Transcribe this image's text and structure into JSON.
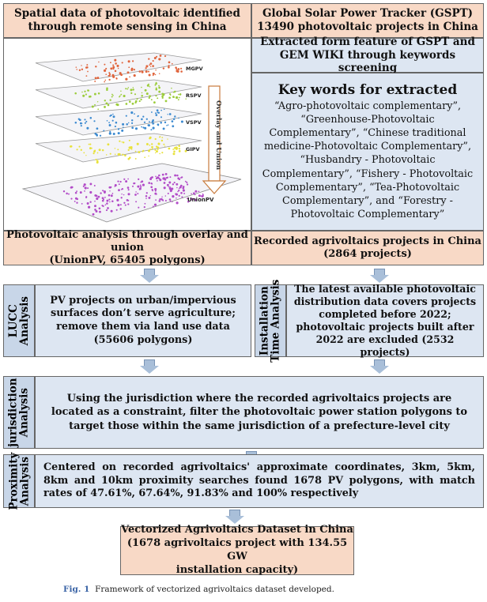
{
  "top_left": {
    "title": "Spatial data of photovoltaic identified through remote sensing in China"
  },
  "top_right": {
    "title": "Global Solar Power Tracker (GSPT)",
    "subtitle": "13490 photovoltaic projects in China"
  },
  "stack": {
    "layers": [
      "MGPV",
      "RSPV",
      "VSPV",
      "GIPV"
    ],
    "arrow_label": "Overlay and Union",
    "union_label": "UnionPV",
    "layer_colors": [
      "#e0643c",
      "#9ccc3c",
      "#3c8ad0",
      "#e8e23c"
    ],
    "union_color": "#b24cc8"
  },
  "extracted": {
    "title": "Extracted form feature of GSPT and GEM WIKI through keywords screening"
  },
  "keywords": {
    "title": "Key words for extracted",
    "body": "“Agro-photovoltaic complementary”, “Greenhouse-Photovoltaic Complementary”, “Chinese traditional medicine-Photovoltaic Complementary”, “Husbandry - Photovoltaic Complementary”, “Fishery - Photovoltaic Complementary”, “Tea-Photovoltaic Complementary”, and “Forestry - Photovoltaic Complementary”"
  },
  "overlay_result": {
    "line1": "Photovoltaic analysis through overlay and union",
    "line2": "(UnionPV, 65405 polygons)"
  },
  "recorded": {
    "line1": "Recorded agrivoltaics projects in China",
    "line2": "(2864 projects)"
  },
  "lucc": {
    "label1": "LUCC",
    "label2": "Analysis",
    "text": "PV projects on urban/impervious surfaces don’t serve agriculture; remove them via land use data (55606 polygons)"
  },
  "installation": {
    "label1": "Installation",
    "label2": "Time Analysis",
    "text": "The latest available photovoltaic distribution data covers projects completed before 2022; photovoltaic projects built after 2022 are excluded (2532 projects)"
  },
  "jurisdiction": {
    "label1": "jurisdiction",
    "label2": "Analysis",
    "text": "Using the jurisdiction where the recorded agrivoltaics projects are located as a constraint, filter the photovoltaic power station polygons to target those within the same jurisdiction of a prefecture-level city"
  },
  "proximity": {
    "label1": "Proximity",
    "label2": "Analysis",
    "text": "Centered on recorded agrivoltaics' approximate coordinates, 3km, 5km, 8km and 10km proximity searches found 1678 PV polygons, with match rates of 47.61%, 67.64%, 91.83% and 100% respectively"
  },
  "final": {
    "line1": "Vectorized Agrivoltaics Dataset in China",
    "line2": "(1678 agrivoltaics project with 134.55 GW",
    "line3": "installation capacity)"
  },
  "caption": {
    "fig": "Fig. 1",
    "text": "Framework of vectorized agrivoltaics dataset developed."
  }
}
